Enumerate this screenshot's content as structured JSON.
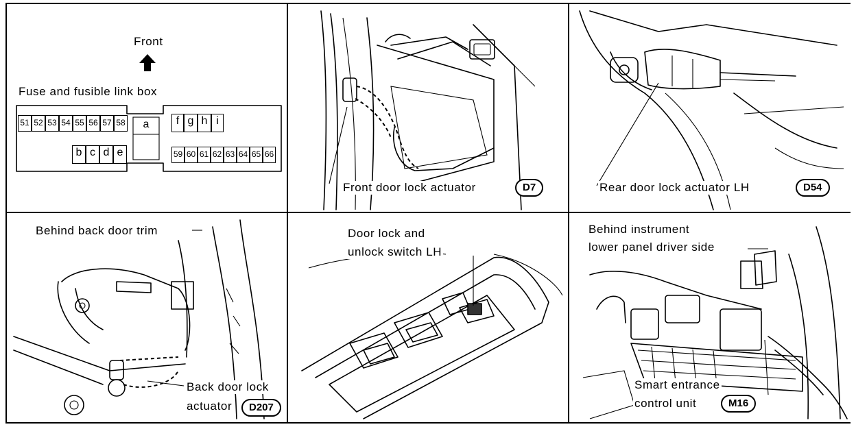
{
  "panels": {
    "fuse": {
      "front_label": "Front",
      "box_label": "Fuse and fusible link box",
      "fuses_top": [
        "51",
        "52",
        "53",
        "54",
        "55",
        "56",
        "57",
        "58"
      ],
      "fuses_bottom": [
        "59",
        "60",
        "61",
        "62",
        "63",
        "64",
        "65",
        "66"
      ],
      "links_a": "a",
      "links_top": [
        "f",
        "g",
        "h",
        "i"
      ],
      "links_bottom": [
        "b",
        "c",
        "d",
        "e"
      ]
    },
    "front_door": {
      "label": "Front door lock actuator",
      "connector": "D7"
    },
    "rear_door": {
      "label": "Rear door lock actuator LH",
      "connector": "D54"
    },
    "back_door": {
      "location": "Behind back door trim",
      "label_line1": "Back door lock",
      "label_line2": "actuator",
      "connector": "D207"
    },
    "switch": {
      "label_line1": "Door lock and",
      "label_line2": "unlock switch LH"
    },
    "smart_unit": {
      "location_line1": "Behind instrument",
      "location_line2": "lower panel driver side",
      "label_line1": "Smart entrance",
      "label_line2": "control unit",
      "connector": "M16"
    }
  }
}
